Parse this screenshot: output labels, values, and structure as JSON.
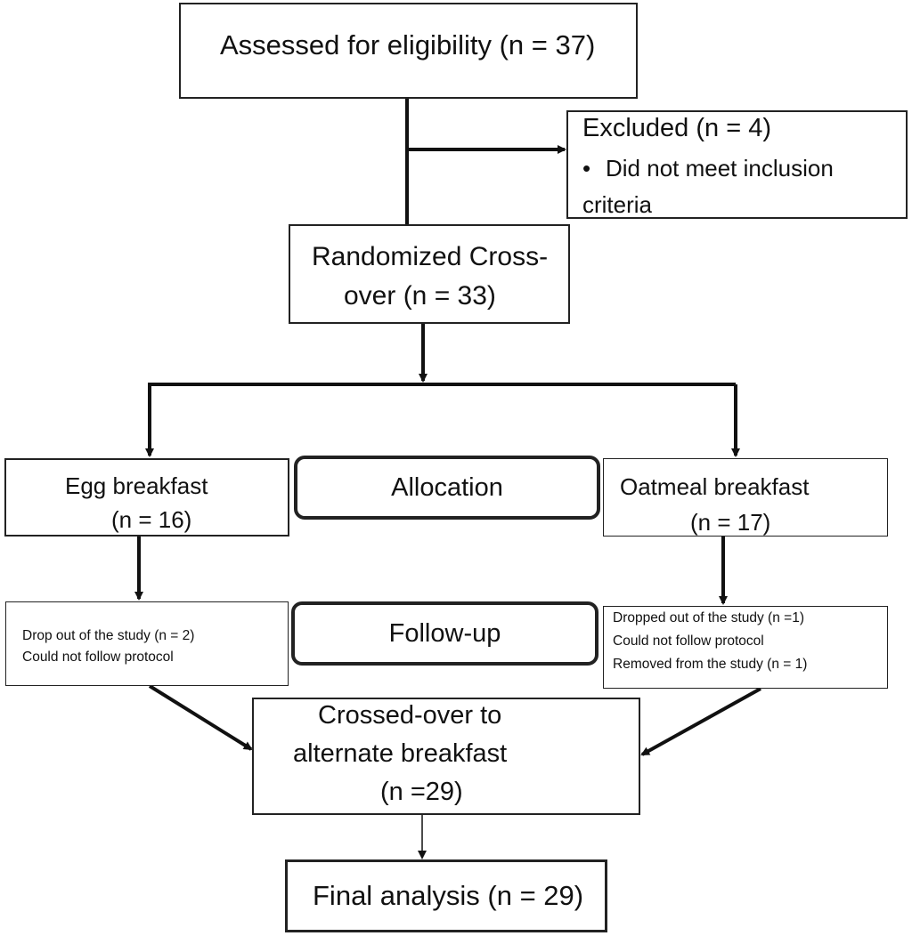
{
  "assessed": {
    "text": "Assessed for eligibility (n = 37)"
  },
  "excluded": {
    "title": "Excluded (n = 4)",
    "bullet": "•",
    "reason_line1": "Did not meet inclusion",
    "reason_line2": "criteria"
  },
  "randomized": {
    "line1": "Randomized Cross-",
    "line2": "over  (n = 33)"
  },
  "phases": {
    "allocation": "Allocation",
    "followup": "Follow-up"
  },
  "egg": {
    "label": "Egg breakfast",
    "n": "(n = 16)",
    "followup_line1": "Drop out of the study (n = 2)",
    "followup_line2": "Could not follow protocol"
  },
  "oatmeal": {
    "label": "Oatmeal breakfast",
    "n": "(n = 17)",
    "followup_line1": "Dropped out of the study (n =1)",
    "followup_line2": "Could not follow protocol",
    "followup_line3": "Removed from the study (n = 1)"
  },
  "crossed": {
    "line1": "Crossed-over to",
    "line2": "alternate breakfast",
    "line3": "(n =29)"
  },
  "final": {
    "text": "Final analysis (n = 29)"
  },
  "colors": {
    "line": "#111111",
    "border": "#222222",
    "background": "#ffffff"
  }
}
